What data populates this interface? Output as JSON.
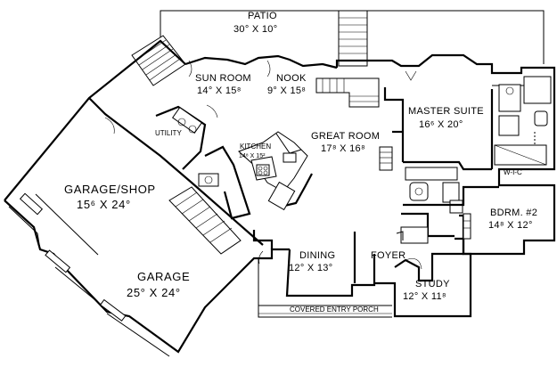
{
  "plan": {
    "rooms": {
      "patio": {
        "name": "PATIO",
        "size": "30° X 10°"
      },
      "sun_room": {
        "name": "SUN ROOM",
        "size": "14° X 15⁸"
      },
      "nook": {
        "name": "NOOK",
        "size": "9° X 15⁸"
      },
      "master_suite": {
        "name": "MASTER SUITE",
        "size": "16⁶ X 20°"
      },
      "utility": {
        "name": "UTILITY"
      },
      "kitchen": {
        "name": "KITCHEN",
        "size": "14⁸ X 15²"
      },
      "great_room": {
        "name": "GREAT ROOM",
        "size": "17⁸ X 16⁸"
      },
      "garage_shop": {
        "name": "GARAGE/SHOP",
        "size": "15⁶ X 24°"
      },
      "wic": {
        "name": "W-I-C"
      },
      "bdrm2": {
        "name": "BDRM. #2",
        "size": "14⁸ X 12°"
      },
      "dining": {
        "name": "DINING",
        "size": "12° X 13°"
      },
      "foyer": {
        "name": "FOYER"
      },
      "garage": {
        "name": "GARAGE",
        "size": "25° X 24°"
      },
      "study": {
        "name": "STUDY",
        "size": "12° X 11⁸"
      },
      "porch": {
        "name": "COVERED ENTRY PORCH"
      }
    }
  }
}
